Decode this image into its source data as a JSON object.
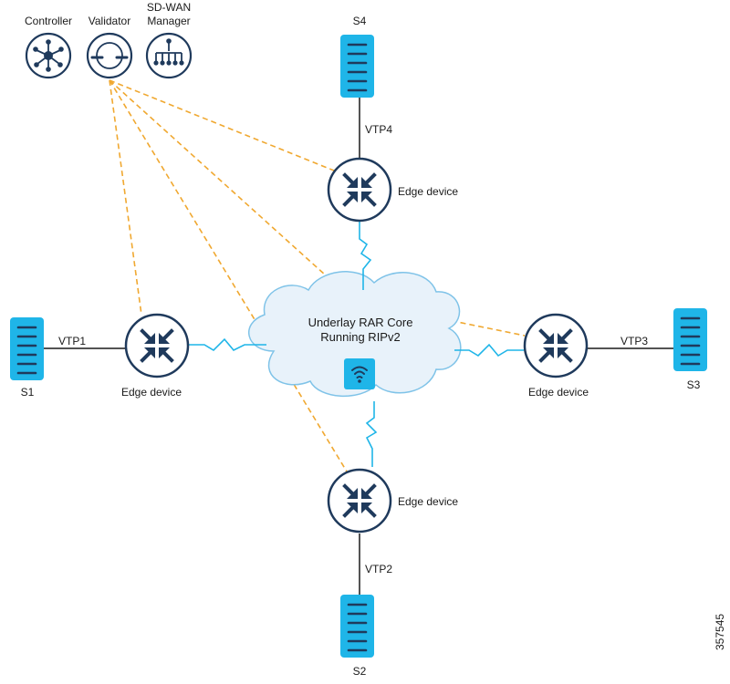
{
  "top_icons": {
    "controller": "Controller",
    "validator": "Validator",
    "manager_line1": "SD-WAN",
    "manager_line2": "Manager"
  },
  "cloud": {
    "line1": "Underlay RAR Core",
    "line2": "Running RIPv2",
    "icon": "wifi-icon"
  },
  "edge_label": "Edge device",
  "sites": {
    "s1": "S1",
    "s2": "S2",
    "s3": "S3",
    "s4": "S4"
  },
  "links": {
    "vtp1": "VTP1",
    "vtp2": "VTP2",
    "vtp3": "VTP3",
    "vtp4": "VTP4"
  },
  "figure_id": "357545",
  "colors": {
    "navy": "#1f3a5c",
    "cyan": "#1fb5e8",
    "orange": "#f0a830",
    "cloud_fill": "#e8f2fa",
    "cloud_stroke": "#7fc3e8"
  }
}
